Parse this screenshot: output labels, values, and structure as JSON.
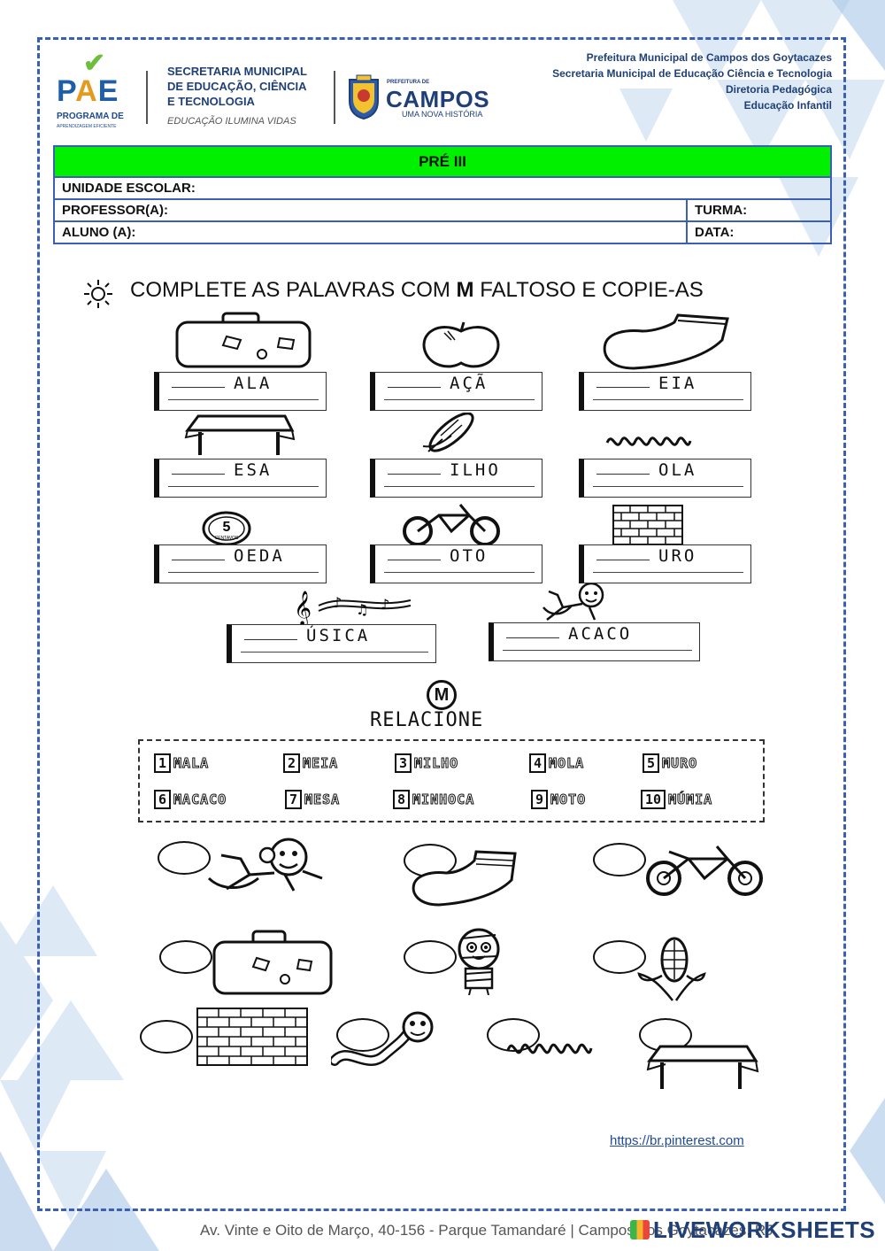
{
  "header": {
    "pae": {
      "letters": [
        "P",
        "A",
        "E"
      ],
      "subtitle": "PROGRAMA DE",
      "tagline": "APRENDIZAGEM EFICIENTE"
    },
    "secretaria": {
      "line1": "SECRETARIA MUNICIPAL",
      "line2": "DE EDUCAÇÃO, CIÊNCIA",
      "line3": "E TECNOLOGIA",
      "tagline": "EDUCAÇÃO ILUMINA VIDAS"
    },
    "campos": {
      "pre": "PREFEITURA DE",
      "name": "CAMPOS",
      "tagline": "UMA NOVA HISTÓRIA"
    },
    "institution": [
      "Prefeitura Municipal de Campos dos Goytacazes",
      "Secretaria Municipal de Educação Ciência e Tecnologia",
      "Diretoria Pedagógica",
      "Educação Infantil"
    ]
  },
  "form": {
    "title": "PRÉ III",
    "unidade": "UNIDADE ESCOLAR:",
    "professor": "PROFESSOR(A):",
    "turma": "TURMA:",
    "aluno": "ALUNO (A):",
    "data": "DATA:"
  },
  "instruction": {
    "pre": "COMPLETE AS PALAVRAS COM ",
    "letter": "M",
    "post": " FALTOSO E COPIE-AS"
  },
  "word_boxes": [
    {
      "picture": "suitcase-icon",
      "suffix": "ALA"
    },
    {
      "picture": "apple-icon",
      "suffix": "AÇÃ"
    },
    {
      "picture": "sock-icon",
      "suffix": "EIA"
    },
    {
      "picture": "table-icon",
      "suffix": "ESA"
    },
    {
      "picture": "corn-icon",
      "suffix": "ILHO"
    },
    {
      "picture": "spring-icon",
      "suffix": "OLA"
    },
    {
      "picture": "coin-icon",
      "suffix": "OEDA"
    },
    {
      "picture": "motorcycle-icon",
      "suffix": "OTO"
    },
    {
      "picture": "brick-wall-icon",
      "suffix": "URO"
    },
    {
      "picture": "music-notes-icon",
      "suffix": "ÚSICA"
    },
    {
      "picture": "monkey-icon",
      "suffix": "ACACO"
    }
  ],
  "coin_label": {
    "value": "5",
    "unit": "CENTAVOS"
  },
  "relacione": {
    "badge": "M",
    "title": "RELACIONE"
  },
  "legend": [
    {
      "num": "1",
      "word": "MALA"
    },
    {
      "num": "2",
      "word": "MEIA"
    },
    {
      "num": "3",
      "word": "MILHO"
    },
    {
      "num": "4",
      "word": "MOLA"
    },
    {
      "num": "5",
      "word": "MURO"
    },
    {
      "num": "6",
      "word": "MACACO"
    },
    {
      "num": "7",
      "word": "MESA"
    },
    {
      "num": "8",
      "word": "MINHOCA"
    },
    {
      "num": "9",
      "word": "MOTO"
    },
    {
      "num": "10",
      "word": "MÚMIA"
    }
  ],
  "match_pictures": [
    "monkey-icon",
    "sock-icon",
    "motorcycle-icon",
    "suitcase-icon",
    "mummy-icon",
    "corn-icon",
    "brick-wall-icon",
    "worm-icon",
    "spring-icon",
    "table-icon"
  ],
  "source_link": "https://br.pinterest.com",
  "footer": {
    "address": "Av. Vinte e Oito de Março, 40-156 - Parque Tamandaré | Campos dos Goytacazes, RJ",
    "watermark": "LIVEWORKSHEETS"
  },
  "colors": {
    "frame": "#3a5fb5",
    "title_bar": "#00f000",
    "brand_blue": "#1f3f78"
  }
}
